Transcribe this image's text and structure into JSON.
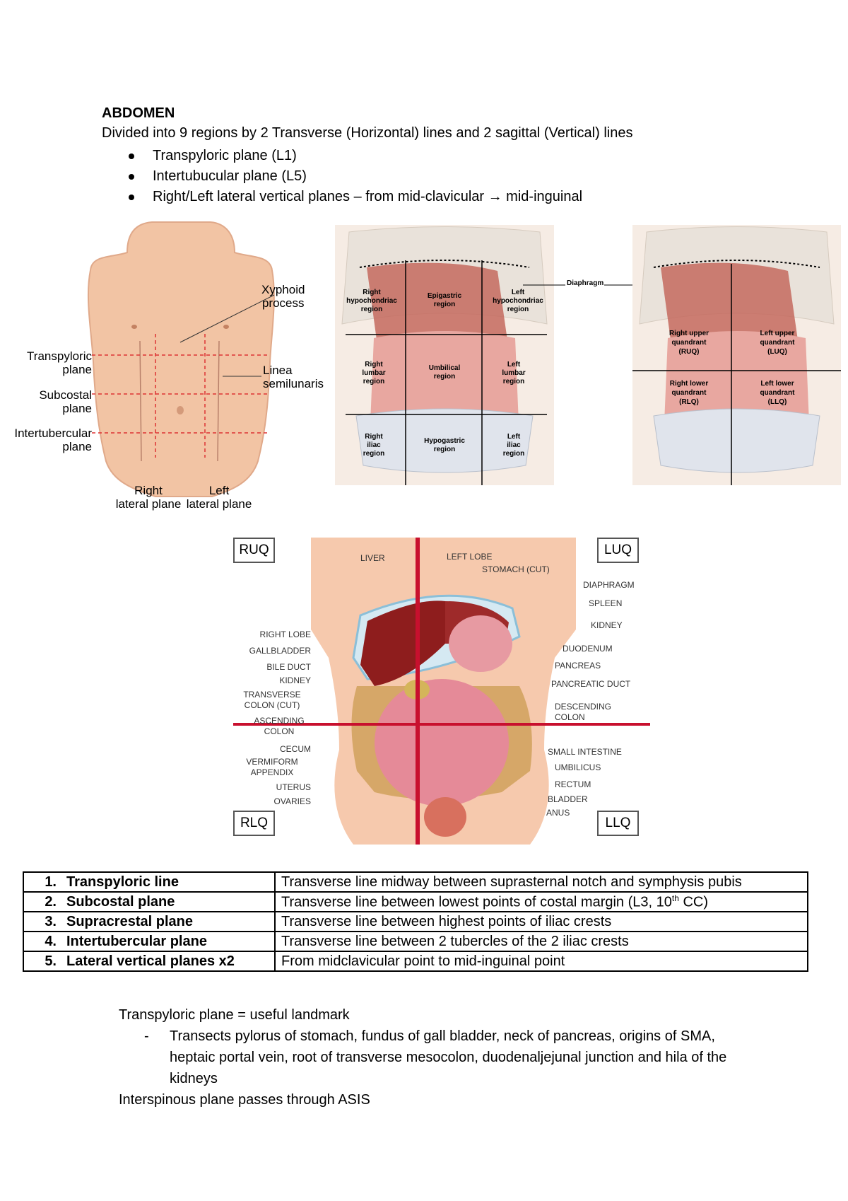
{
  "header": {
    "title": "ABDOMEN",
    "intro": "Divided into 9 regions by 2 Transverse (Horizontal) lines and 2 sagittal (Vertical) lines",
    "bullets": [
      "Transpyloric plane (L1)",
      "Intertubucular plane (L5)",
      "Right/Left lateral vertical planes – from mid-clavicular → mid-inguinal"
    ]
  },
  "figure_torso": {
    "labels": {
      "xyphoid": "Xyphoid",
      "xyphoid2": "process",
      "transpyloric": "Transpyloric",
      "transpyloric2": "plane",
      "subcostal": "Subcostal",
      "subcostal2": "plane",
      "intertubercular": "Intertubercular",
      "intertubercular2": "plane",
      "linea": "Linea",
      "linea2": "semilunaris",
      "right": "Right",
      "right2": "lateral plane",
      "left": "Left",
      "left2": "lateral plane"
    }
  },
  "figure_regions": {
    "diaphragm": "Diaphragm",
    "regions": [
      [
        "Right",
        "hypochondriac",
        "region"
      ],
      [
        "Epigastric",
        "region"
      ],
      [
        "Left",
        "hypochondriac",
        "region"
      ],
      [
        "Right",
        "lumbar",
        "region"
      ],
      [
        "Umbilical",
        "region"
      ],
      [
        "Left",
        "lumbar",
        "region"
      ],
      [
        "Right",
        "iliac",
        "region"
      ],
      [
        "Hypogastric",
        "region"
      ],
      [
        "Left",
        "iliac",
        "region"
      ]
    ]
  },
  "figure_quadrants": {
    "quadrants": [
      [
        "Right upper",
        "quandrant",
        "(RUQ)"
      ],
      [
        "Left upper",
        "quandrant",
        "(LUQ)"
      ],
      [
        "Right lower",
        "quandrant",
        "(RLQ)"
      ],
      [
        "Left lower",
        "quandrant",
        "(LLQ)"
      ]
    ]
  },
  "figure_organs": {
    "corners": {
      "ruq": "RUQ",
      "luq": "LUQ",
      "rlq": "RLQ",
      "llq": "LLQ"
    },
    "left_labels": [
      "RIGHT LOBE",
      "GALLBLADDER",
      "BILE DUCT",
      "KIDNEY",
      "TRANSVERSE",
      "COLON (CUT)",
      "ASCENDING",
      "COLON",
      "CECUM",
      "VERMIFORM",
      "APPENDIX",
      "UTERUS",
      "OVARIES"
    ],
    "top_labels": [
      "LIVER",
      "LEFT LOBE",
      "STOMACH (CUT)"
    ],
    "right_labels": [
      "DIAPHRAGM",
      "SPLEEN",
      "KIDNEY",
      "DUODENUM",
      "PANCREAS",
      "PANCREATIC DUCT",
      "DESCENDING",
      "COLON",
      "SMALL INTESTINE",
      "UMBILICUS",
      "RECTUM",
      "BLADDER",
      "ANUS"
    ]
  },
  "table": {
    "rows": [
      {
        "num": "1.",
        "name": "Transpyloric line",
        "desc": "Transverse line midway between suprasternal notch and symphysis pubis"
      },
      {
        "num": "2.",
        "name": "Subcostal plane",
        "desc": "Transverse line between lowest points of costal margin (L3, 10",
        "sup": "th",
        "desc_end": " CC)"
      },
      {
        "num": "3.",
        "name": "Supracrestal plane",
        "desc": "Transverse line between highest points of iliac crests"
      },
      {
        "num": "4.",
        "name": "Intertubercular plane",
        "desc": "Transverse line between 2 tubercles of the 2 iliac crests"
      },
      {
        "num": "5.",
        "name": "Lateral vertical planes x2",
        "desc": "From midclavicular point to mid-inguinal point"
      }
    ]
  },
  "notes": {
    "line1": "Transpyloric plane = useful landmark",
    "dash": "Transects pylorus of stomach, fundus of gall bladder, neck of pancreas, origins of SMA, heptaic portal vein, root of transverse mesocolon, duodenaljejunal junction and hila of the kidneys",
    "line2": "Interspinous plane passes through ASIS"
  },
  "colors": {
    "skin": "#f2c4a4",
    "organ_red": "#b8504a",
    "red_line": "#c8102e",
    "bone": "#e9e2da"
  }
}
